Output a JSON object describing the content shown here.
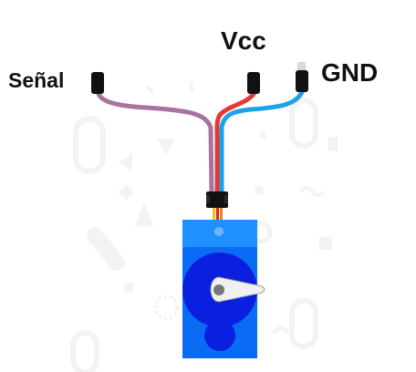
{
  "labels": {
    "signal": "Señal",
    "vcc": "Vcc",
    "gnd": "GND"
  },
  "colors": {
    "signal_wire": "#a9739f",
    "vcc_wire": "#e53935",
    "gnd_wire": "#1aa3e8",
    "servo_body": "#0a6cf5",
    "servo_top": "#1e90ff",
    "servo_disc": "#0b1fe0",
    "connector": "#111111",
    "pin_yellow": "#f5c400",
    "pin_red": "#e02020",
    "pin_orange": "#f08020",
    "horn": "#f0f0f0",
    "horn_pivot": "#777777",
    "background_pattern": "#f1f3f4"
  },
  "icons": {
    "signal_plug": "wire-plug-black",
    "vcc_plug": "wire-plug-black",
    "gnd_plug": "wire-plug-black",
    "connector": "servo-connector",
    "servo": "micro-servo",
    "horn": "servo-horn"
  }
}
